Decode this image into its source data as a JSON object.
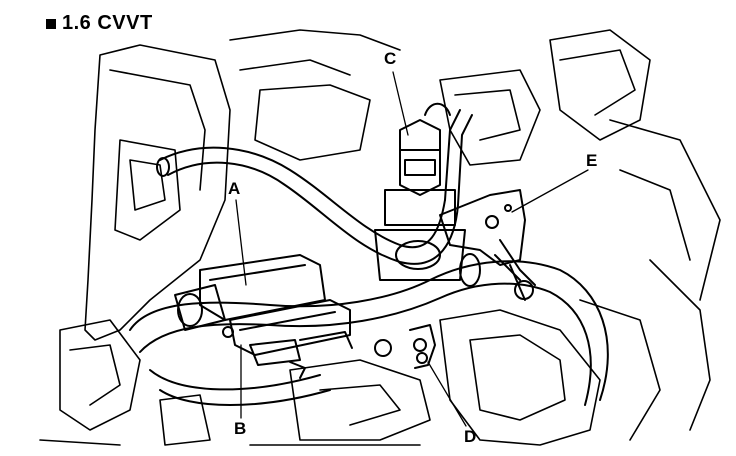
{
  "title": "1.6 CVVT",
  "callouts": {
    "a": "A",
    "b": "B",
    "c": "C",
    "d": "D",
    "e": "E"
  }
}
